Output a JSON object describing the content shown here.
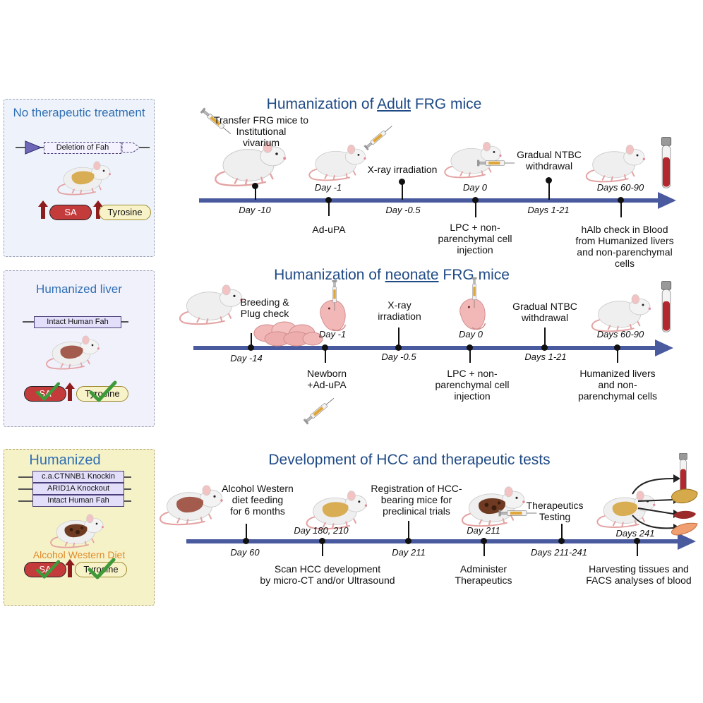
{
  "panels": {
    "no_treatment": {
      "title": "No therapeutic treatment",
      "gene": "Deletion of Fah",
      "sa": "SA",
      "tyrosine": "Tyrosine"
    },
    "humanized_liver": {
      "title": "Humanized liver",
      "gene": "Intact Human Fah",
      "sa": "SA",
      "tyrosine": "Tyrosine"
    },
    "humanized_hcc": {
      "title": "Humanized",
      "genes": [
        "c.a.CTNNB1 Knockin",
        "ARID1A Knockout",
        "Intact Human Fah"
      ],
      "diet": "Alcohol Western Diet",
      "sa": "SA",
      "tyrosine": "Tyrosine"
    }
  },
  "row1": {
    "title_pre": "Humanization of ",
    "title_em": "Adult",
    "title_post": " FRG mice",
    "above": [
      {
        "day": "Day -10",
        "text": "Transfer FRG mice to\nInstitutional\nvivarium"
      },
      {
        "day": "Day -0.5",
        "text": "X-ray irradiation"
      },
      {
        "day": "Days 1-21",
        "text": "Gradual NTBC\nwithdrawal"
      }
    ],
    "below": [
      {
        "day": "Day -1",
        "text": "Ad-uPA"
      },
      {
        "day": "Day 0",
        "text": "LPC + non-\nparenchymal cell\ninjection"
      },
      {
        "day": "Days 60-90",
        "text": "hAlb check in Blood\nfrom Humanized livers\nand non-parenchymal\ncells"
      }
    ]
  },
  "row2": {
    "title_pre": "Humanization of ",
    "title_em": "neonate",
    "title_post": " FRG mice",
    "above": [
      {
        "day": "Day -14",
        "text": "Breeding &\nPlug check"
      },
      {
        "day": "Day -0.5",
        "text": "X-ray\nirradiation"
      },
      {
        "day": "Days 1-21",
        "text": "Gradual NTBC\nwithdrawal"
      }
    ],
    "below": [
      {
        "day": "Day -1",
        "text": "Newborn\n+Ad-uPA"
      },
      {
        "day": "Day 0",
        "text": "LPC + non-\nparenchymal cell\ninjection"
      },
      {
        "day": "Days 60-90",
        "text": "Humanized livers\nand non-\nparenchymal cells"
      }
    ]
  },
  "row3": {
    "title": "Development of HCC and therapeutic tests",
    "above": [
      {
        "day": "Day 60",
        "text": "Alcohol Western\ndiet feeding\nfor 6 months"
      },
      {
        "day": "Day 211",
        "text": "Registration of HCC-\nbearing mice for\npreclinical trials"
      },
      {
        "day": "Days 211-241",
        "text": "Therapeutics\nTesting"
      }
    ],
    "below": [
      {
        "day": "Day 180, 210",
        "text": "Scan HCC development\nby micro-CT and/or Ultrasound"
      },
      {
        "day": "Day 211",
        "text": "Administer\nTherapeutics"
      },
      {
        "day": "Days 241",
        "text": "Harvesting tissues and\nFACS analyses of blood"
      }
    ]
  },
  "colors": {
    "timeline": "#4a5a9f",
    "title": "#1f4a86",
    "panel_title": "#2f6fb3",
    "sa_red": "#c43b3b",
    "check_green": "#3f9a3a",
    "diet_orange": "#e08a2a"
  }
}
